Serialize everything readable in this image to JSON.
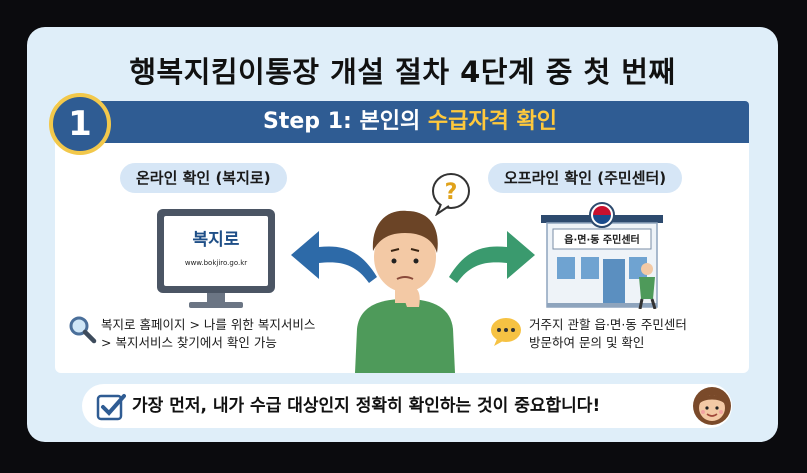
{
  "infographic": {
    "headline": "행복지킴이통장 개설 절차 4단계 중 첫 번째",
    "step_number": "1",
    "step_title_prefix": "Step 1: 본인의 ",
    "step_title_highlight": "수급자격 확인",
    "online": {
      "label": "온라인 확인 (복지로)",
      "site_name": "복지로",
      "site_url": "www.bokjiro.go.kr",
      "desc_line1": "복지로 홈페이지 > 나를 위한 복지서비스",
      "desc_line2": "> 복지서비스 찾기에서 확인 가능"
    },
    "offline": {
      "label": "오프라인 확인 (주민센터)",
      "building_sign": "읍·면·동 주민센터",
      "desc_line1": "거주지 관할 읍·면·동 주민센터",
      "desc_line2": "방문하여 문의 및 확인"
    },
    "question_mark": "?",
    "bottom_message": "가장 먼저, 내가 수급 대상인지 정확히 확인하는 것이 중요합니다!"
  },
  "colors": {
    "card_bg": "#dfeef9",
    "navy": "#2f5c93",
    "highlight_yellow": "#ffc93c",
    "arrow_blue": "#2d6aa8",
    "arrow_green": "#3a9a6e",
    "shirt_green": "#4e9a5a"
  },
  "icons": [
    "search-icon",
    "speech-bubble-icon",
    "question-bubble-icon",
    "checkbox-icon",
    "monitor-icon",
    "community-center-icon",
    "person-icon",
    "woman-avatar-icon"
  ]
}
